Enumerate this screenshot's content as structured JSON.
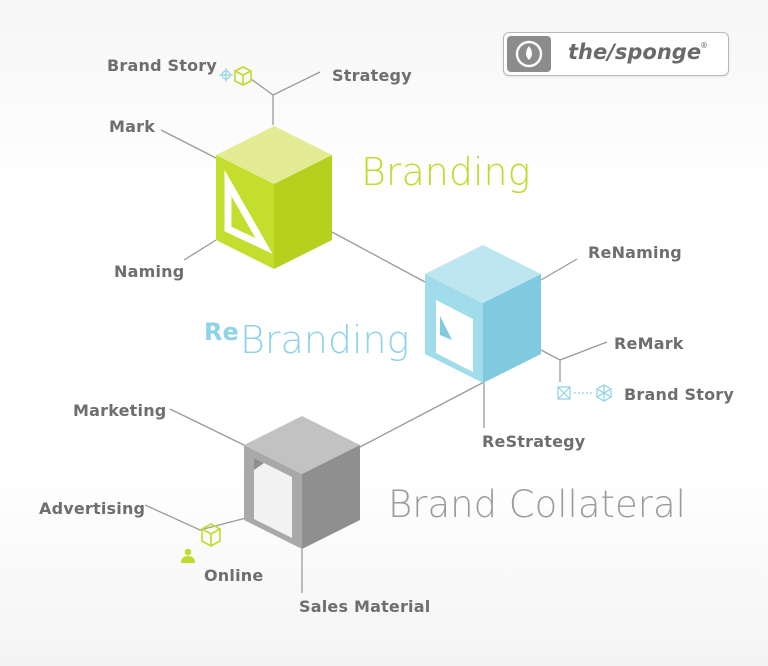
{
  "logo": {
    "text": "the/sponge",
    "reg": "®",
    "icon": "water-drop-icon"
  },
  "branding": {
    "title": "Branding",
    "color": "#bfdb2c",
    "labels": {
      "brand_story": "Brand Story",
      "strategy": "Strategy",
      "mark": "Mark",
      "naming": "Naming"
    }
  },
  "rebranding": {
    "prefix": "Re",
    "title": "Branding",
    "color": "#8fd3e6",
    "labels": {
      "renaming": "ReNaming",
      "remark": "ReMark",
      "brand_story": "Brand Story",
      "restrategy": "ReStrategy"
    }
  },
  "collateral": {
    "title": "Brand Collateral",
    "color": "#a6a6a6",
    "labels": {
      "marketing": "Marketing",
      "advertising": "Advertising",
      "online": "Online",
      "sales_material": "Sales Material"
    }
  },
  "icons": [
    "crosshair-icon",
    "cube-outline-icon",
    "envelope-icon",
    "snowflake-cube-icon",
    "user-icon"
  ],
  "colors": {
    "label": "#6e6e6e",
    "line": "#9a9a9a"
  }
}
